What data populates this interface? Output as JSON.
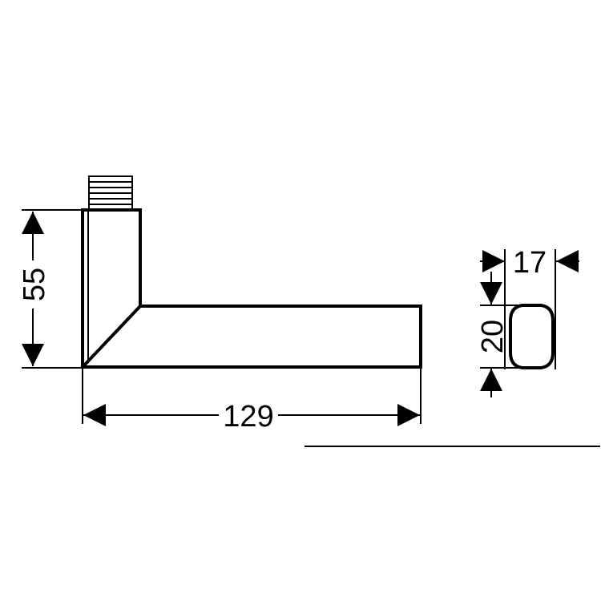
{
  "dimensions": {
    "lever_height": "55",
    "lever_length": "129",
    "section_width": "17",
    "section_height": "20"
  },
  "colors": {
    "line": "#000000",
    "background": "#ffffff"
  }
}
